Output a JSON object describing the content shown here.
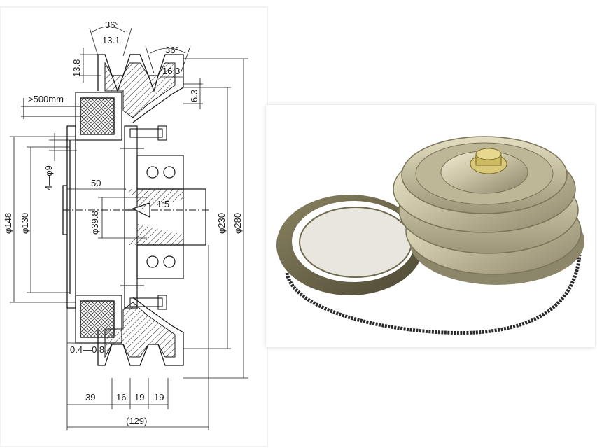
{
  "drawing": {
    "dimensions": {
      "groove_angle_top": "36°",
      "groove_width_top": "13.1",
      "groove_angle_mid": "36°",
      "groove_depth_mid": "16.3",
      "groove_offset": "6.3",
      "groove_height": "13.8",
      "lead_length": ">500mm",
      "bolt_holes": "4—φ9",
      "hub_length": "50",
      "taper": "1:5",
      "bore_dia": "φ39.8",
      "dia_148": "φ148",
      "dia_130": "φ130",
      "dia_230": "φ230",
      "dia_280": "φ280",
      "air_gap": "0.4—0.8",
      "len_39": "39",
      "len_16": "16",
      "len_19a": "19",
      "len_19b": "19",
      "overall_len": "(129)"
    }
  },
  "colors": {
    "line": "#1a1a1a",
    "coil_fill": "#d8d8d8",
    "pulley_metal": "#c9c2a4",
    "coil_housing": "#6f6a4e",
    "cable": "#2a2a2a"
  }
}
